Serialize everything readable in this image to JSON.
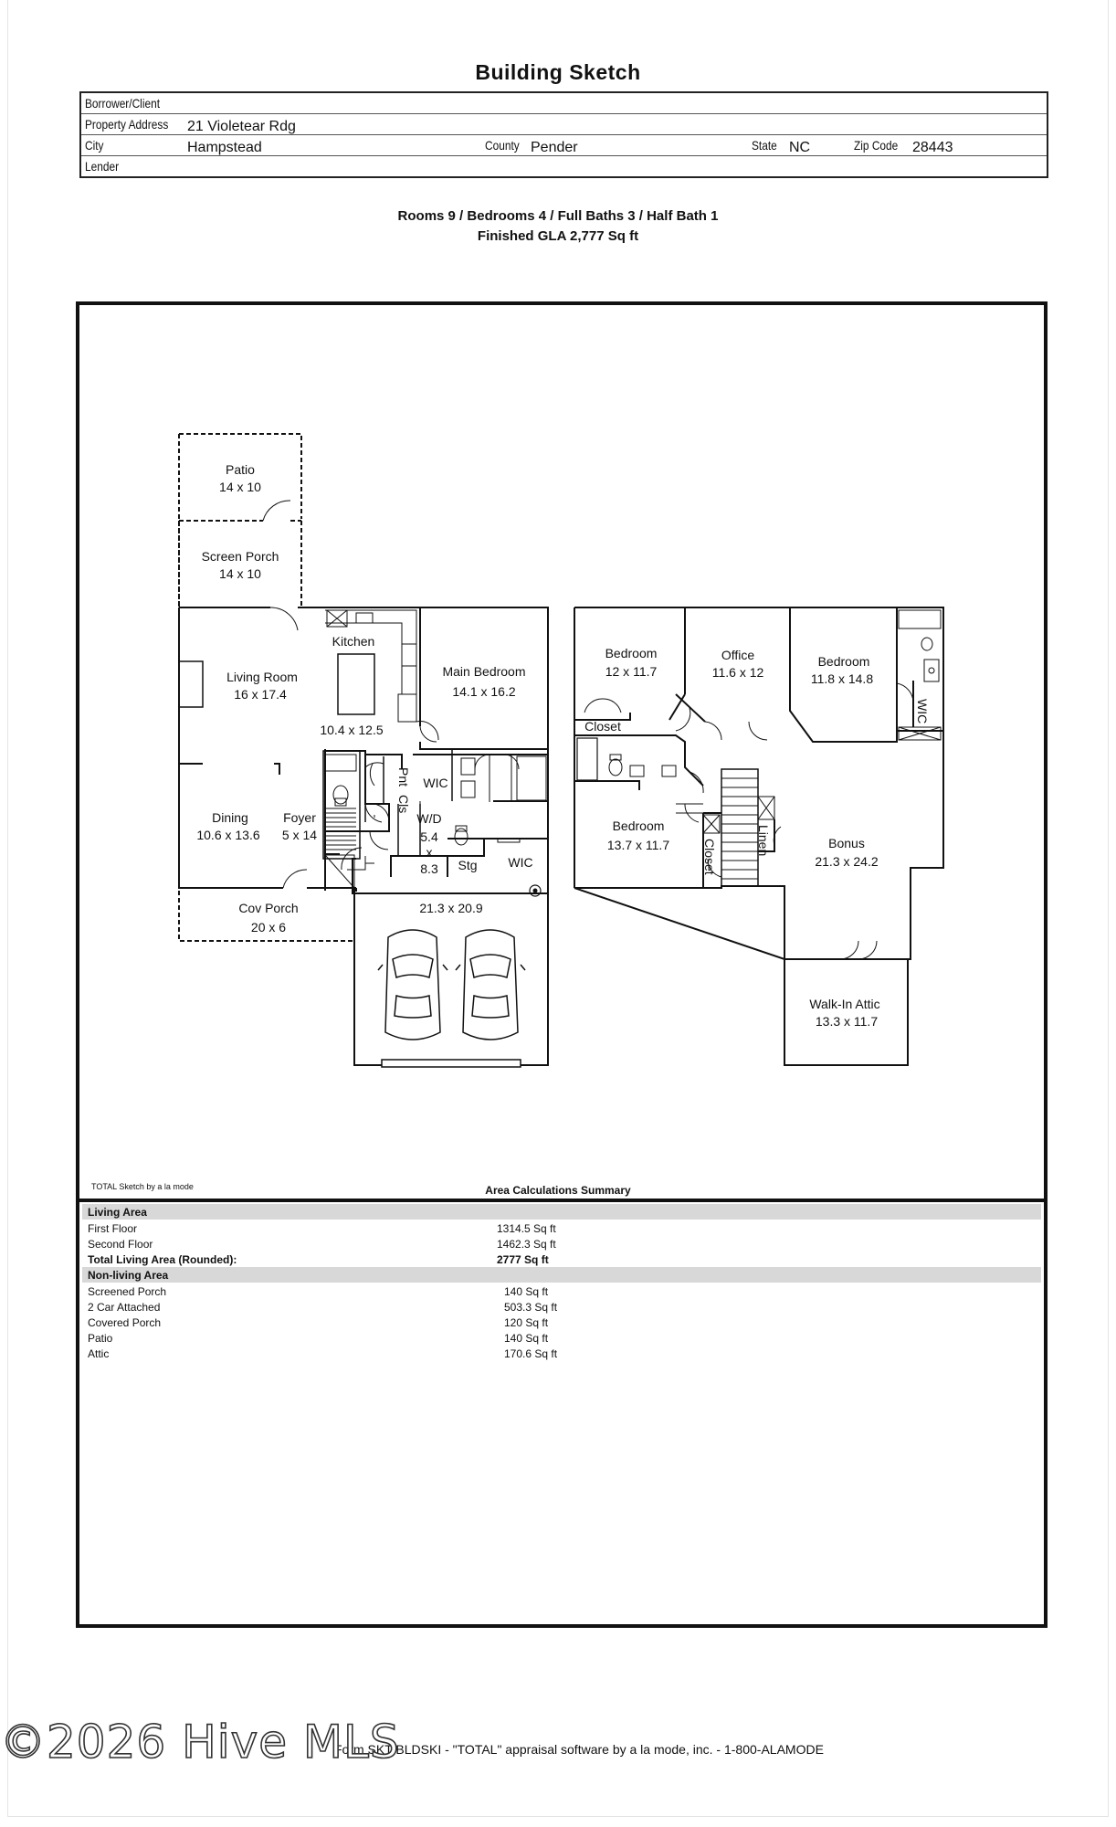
{
  "title": "Building Sketch",
  "form": {
    "borrower_label": "Borrower/Client",
    "address_label": "Property Address",
    "address_value": "21 Violetear Rdg",
    "city_label": "City",
    "city_value": "Hampstead",
    "county_label": "County",
    "county_value": "Pender",
    "state_label": "State",
    "state_value": "NC",
    "zip_label": "Zip Code",
    "zip_value": "28443",
    "lender_label": "Lender"
  },
  "summary": {
    "line1": "Rooms 9 / Bedrooms 4 / Full Baths 3 / Half Bath 1",
    "line2": "Finished GLA 2,777 Sq ft"
  },
  "rooms": {
    "patio": "Patio",
    "patio_dim": "14 x 10",
    "screen_porch": "Screen Porch",
    "screen_porch_dim": "14 x 10",
    "kitchen": "Kitchen",
    "kitchen_dim": "10.4 x 12.5",
    "living": "Living Room",
    "living_dim": "16 x 17.4",
    "main_bed": "Main Bedroom",
    "main_bed_dim": "14.1 x 16.2",
    "dining": "Dining",
    "dining_dim": "10.6 x 13.6",
    "foyer": "Foyer",
    "foyer_dim": "5 x 14",
    "pnt": "Pnt",
    "cls": "Cls",
    "wic1": "WIC",
    "wd": "W/D",
    "wd_dim1": "5.4",
    "wd_x": "x",
    "wd_dim2": "8.3",
    "stg": "Stg",
    "wic2": "WIC",
    "cov_porch": "Cov Porch",
    "cov_porch_dim": "20 x 6",
    "garage_dim": "21.3 x 20.9",
    "bed2": "Bedroom",
    "bed2_dim": "12 x 11.7",
    "office": "Office",
    "office_dim": "11.6 x 12",
    "bed3": "Bedroom",
    "bed3_dim": "11.8 x 14.8",
    "wic3": "WIC",
    "closet1": "Closet",
    "bed4": "Bedroom",
    "bed4_dim": "13.7 x 11.7",
    "closet2": "Closet",
    "linen": "Linen",
    "bonus": "Bonus",
    "bonus_dim": "21.3 x 24.2",
    "attic": "Walk-In Attic",
    "attic_dim": "13.3 x 11.7"
  },
  "sketch_credit": "TOTAL Sketch by a la mode",
  "area": {
    "title": "Area Calculations Summary",
    "living_head": "Living Area",
    "living_rows": [
      {
        "label": "First Floor",
        "value": "1314.5 Sq ft"
      },
      {
        "label": "Second Floor",
        "value": "1462.3 Sq ft"
      }
    ],
    "total_label": "Total Living Area (Rounded):",
    "total_value": "2777 Sq ft",
    "nonliving_head": "Non-living Area",
    "nonliving_rows": [
      {
        "label": "Screened Porch",
        "value": "140 Sq ft"
      },
      {
        "label": "2 Car Attached",
        "value": "503.3 Sq ft"
      },
      {
        "label": "Covered Porch",
        "value": "120 Sq ft"
      },
      {
        "label": "Patio",
        "value": "140 Sq ft"
      },
      {
        "label": "Attic",
        "value": "170.6 Sq ft"
      }
    ]
  },
  "footer": "Form SKT BLDSKI - \"TOTAL\" appraisal software by a la mode, inc. - 1-800-ALAMODE",
  "watermark": "©2026 Hive MLS"
}
